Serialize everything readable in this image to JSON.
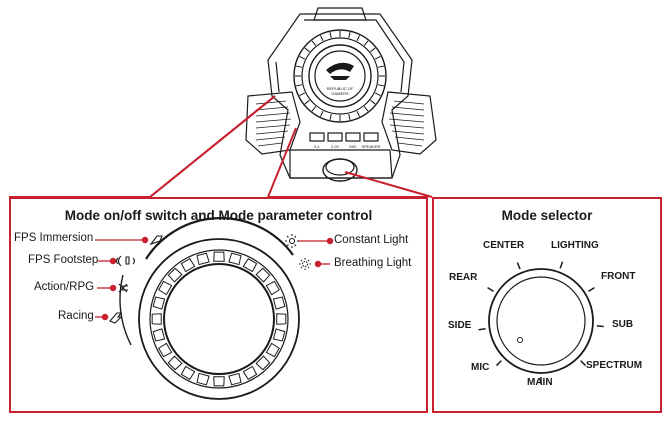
{
  "panels": {
    "mode_control": {
      "title": "Mode on/off switch and Mode parameter control",
      "left_labels": [
        "FPS Immersion",
        "FPS Footstep",
        "Action/RPG",
        "Racing"
      ],
      "right_labels": [
        "Constant Light",
        "Breathing Light"
      ]
    },
    "mode_selector": {
      "title": "Mode selector",
      "positions": [
        "CENTER",
        "LIGHTING",
        "FRONT",
        "SUB",
        "SPECTRUM",
        "MAIN",
        "MIC",
        "SIDE",
        "REAR"
      ]
    }
  },
  "device": {
    "logo_text_1": "REPUBLIC OF",
    "logo_text_2": "GAMERS",
    "button_labels": [
      "5.1",
      "2.0V",
      "MIC",
      "SPEAKER"
    ]
  },
  "colors": {
    "accent": "#c8202f",
    "line": "#1a1a1a"
  },
  "icons": [
    "fps-immersion-icon",
    "fps-footstep-icon",
    "action-rpg-icon",
    "racing-icon",
    "constant-light-icon",
    "breathing-light-icon",
    "rog-logo-icon"
  ]
}
